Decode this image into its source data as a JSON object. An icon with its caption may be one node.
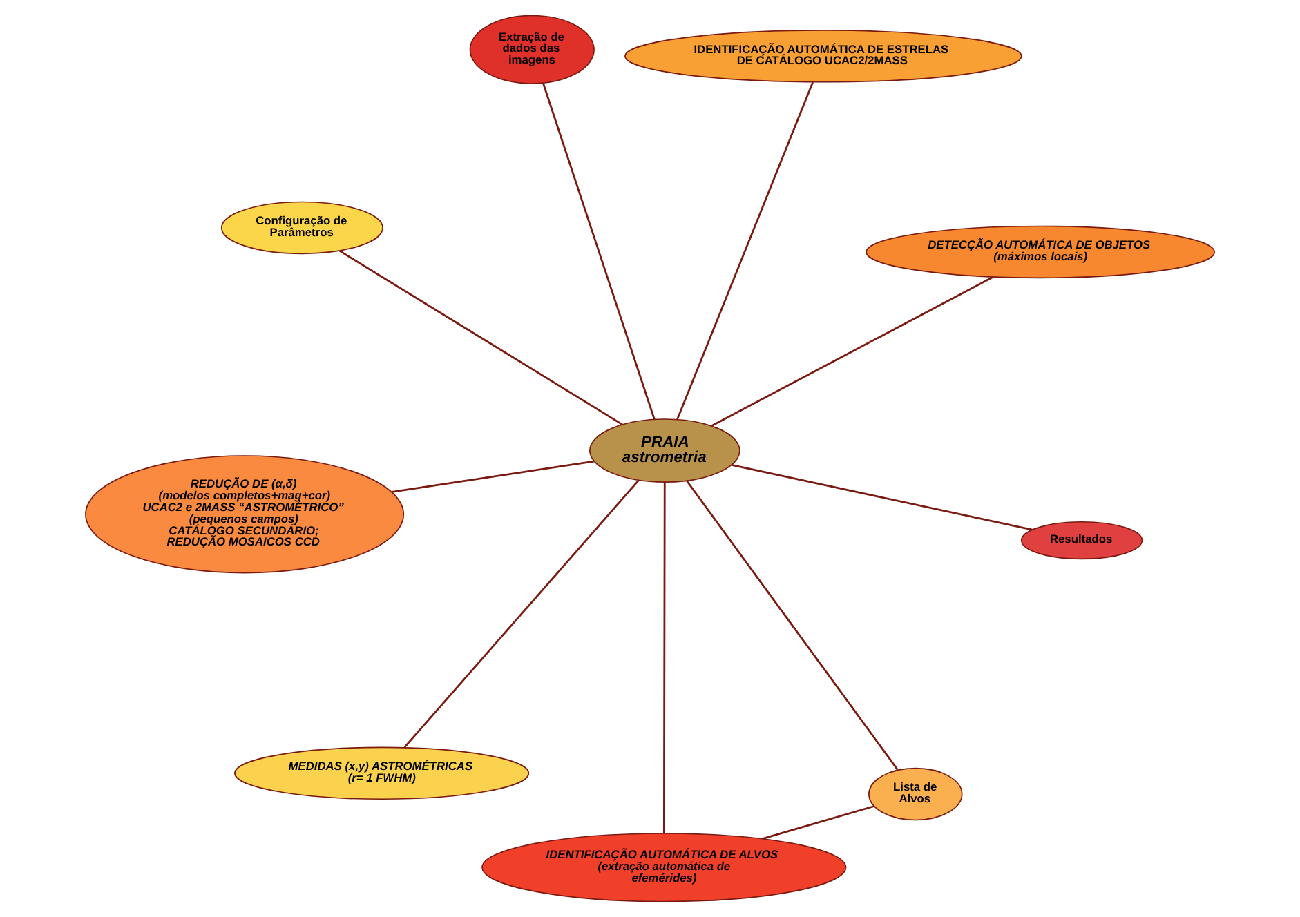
{
  "diagram": {
    "nodes": [
      {
        "text": [
          "PRAIA",
          "astrometria"
        ]
      },
      {
        "text": [
          "DETECÇÃO AUTOMÁTICA DE OBJETOS",
          "(máximos locais)"
        ]
      },
      {
        "text": [
          "MEDIDAS (x,y) ASTROMÉTRICAS",
          "(r= 1 FWHM)"
        ]
      },
      {
        "text": [
          "Configuração de Parâmetros"
        ]
      },
      {
        "text": [
          "IDENTIFICAÇÃO AUTOMÁTICA DE ESTRELAS DE CATÁLOGO UCAC2/2MASS"
        ]
      },
      {
        "text": [
          "Extração de dados das imagens"
        ]
      },
      {
        "text": [
          "REDUÇÃO DE (α,δ)",
          "(modelos completos+mag+cor)",
          "UCAC2 e 2MASS “ASTROMÉTRICO” (pequenos campos)",
          "CATÁLOGO SECUNDÁRIO;",
          "REDUÇÃO MOSAICOS CCD"
        ]
      },
      {
        "text": [
          "Resultados"
        ]
      },
      {
        "text": [
          "IDENTIFICAÇÃO AUTOMÁTICA DE ALVOS",
          "(extração automática de efemérides)"
        ]
      },
      {
        "text": [
          "Lista de Alvos"
        ]
      }
    ],
    "edges": [
      {
        "from": 0,
        "to": 1,
        "arrow": "none"
      },
      {
        "from": 0,
        "to": 2,
        "arrow": "none"
      },
      {
        "from": 0,
        "to": 3,
        "arrow": "none"
      },
      {
        "from": 0,
        "to": 4,
        "arrow": "none"
      },
      {
        "from": 0,
        "to": 5,
        "arrow": "none"
      },
      {
        "from": 0,
        "to": 6,
        "arrow": "none"
      },
      {
        "from": 0,
        "to": 7,
        "arrow": "none"
      },
      {
        "from": 0,
        "to": 8,
        "arrow": "none"
      },
      {
        "from": 0,
        "to": 9,
        "arrow": "none"
      },
      {
        "from": 9,
        "to": 8,
        "arrow": "none"
      }
    ]
  }
}
